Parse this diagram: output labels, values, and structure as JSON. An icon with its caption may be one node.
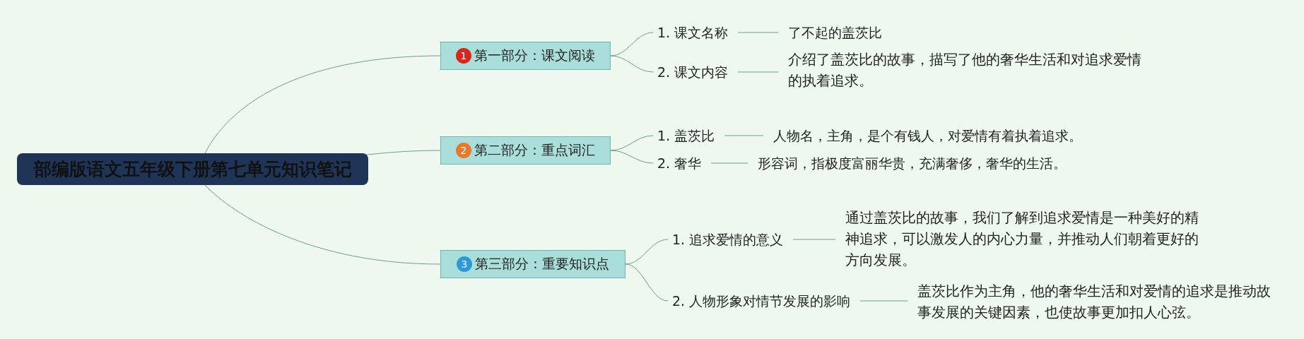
{
  "diagram": {
    "nodes": [
      {
        "text": [
          "部编版语文五年级下册第七单元知识笔记"
        ]
      },
      {
        "text": [
          "1",
          "第一部分：课文阅读"
        ]
      },
      {
        "text": [
          "1. 课文名称"
        ]
      },
      {
        "text": [
          "了不起的盖茨比"
        ]
      },
      {
        "text": [
          "2. 课文内容"
        ]
      },
      {
        "text": [
          "介绍了盖茨比的故事，描写了他的奢华生活和对追求爱情的执着追求。"
        ]
      },
      {
        "text": [
          "2",
          "第二部分：重点词汇"
        ]
      },
      {
        "text": [
          "1. 盖茨比"
        ]
      },
      {
        "text": [
          "人物名，主角，是个有钱人，对爱情有着执着追求。"
        ]
      },
      {
        "text": [
          "2. 奢华"
        ]
      },
      {
        "text": [
          "形容词，指极度富丽华贵，充满奢侈，奢华的生活。"
        ]
      },
      {
        "text": [
          "3",
          "第三部分：重要知识点"
        ]
      },
      {
        "text": [
          "1. 追求爱情的意义"
        ]
      },
      {
        "text": [
          "通过盖茨比的故事，我们了解到追求爱情是一种美好的精神追求，可以激发人的内心力量，并推动人们朝着更好的方向发展。"
        ]
      },
      {
        "text": [
          "2. 人物形象对情节发展的影响"
        ]
      },
      {
        "text": [
          "盖茨比作为主角，他的奢华生活和对爱情的追求是推动故事发展的关键因素，也使故事更加扣人心弦。"
        ]
      }
    ],
    "edges": [
      {
        "from": 0,
        "to": 1,
        "arrow": "none"
      },
      {
        "from": 0,
        "to": 6,
        "arrow": "none"
      },
      {
        "from": 0,
        "to": 11,
        "arrow": "none"
      },
      {
        "from": 1,
        "to": 2,
        "arrow": "none"
      },
      {
        "from": 2,
        "to": 3,
        "arrow": "none"
      },
      {
        "from": 1,
        "to": 4,
        "arrow": "none"
      },
      {
        "from": 4,
        "to": 5,
        "arrow": "none"
      },
      {
        "from": 6,
        "to": 7,
        "arrow": "none"
      },
      {
        "from": 7,
        "to": 8,
        "arrow": "none"
      },
      {
        "from": 6,
        "to": 9,
        "arrow": "none"
      },
      {
        "from": 9,
        "to": 10,
        "arrow": "none"
      },
      {
        "from": 11,
        "to": 12,
        "arrow": "none"
      },
      {
        "from": 12,
        "to": 13,
        "arrow": "none"
      },
      {
        "from": 11,
        "to": 14,
        "arrow": "none"
      },
      {
        "from": 14,
        "to": 15,
        "arrow": "none"
      }
    ]
  }
}
